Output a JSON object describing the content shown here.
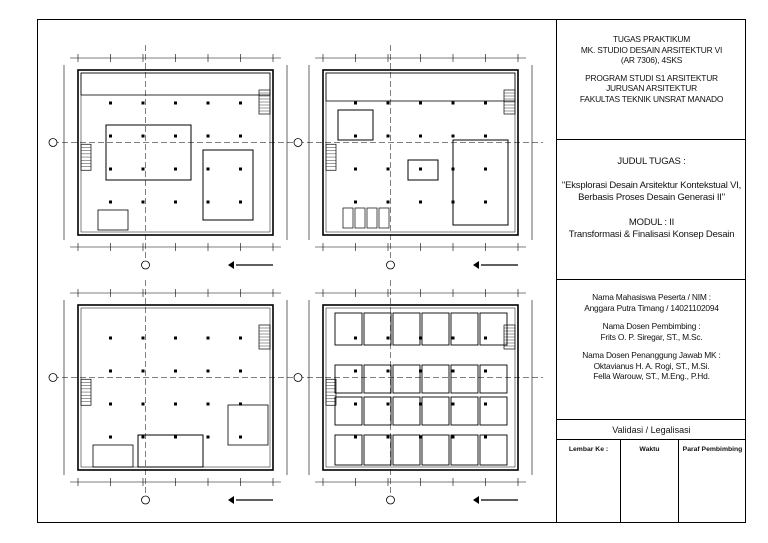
{
  "title_block": {
    "course": [
      "TUGAS PRAKTIKUM",
      "MK. STUDIO DESAIN ARSITEKTUR VI",
      "(AR 7306), 4SKS"
    ],
    "institution": [
      "PROGRAM STUDI S1 ARSITEKTUR",
      "JURUSAN ARSITEKTUR",
      "FAKULTAS TEKNIK UNSRAT MANADO"
    ],
    "assignment_heading": "JUDUL TUGAS :",
    "assignment_title": [
      "\"Eksplorasi Desain Arsitektur Kontekstual VI,",
      "Berbasis Proses Desain Generasi II\""
    ],
    "module_label": "MODUL : II",
    "module_title": "Transformasi & Finalisasi Konsep Desain",
    "student_label": "Nama Mahasiswa Peserta / NIM :",
    "student_value": "Anggara Putra Timang / 14021102094",
    "advisor_label": "Nama Dosen Pembimbing :",
    "advisor_value": "Frits O. P. Siregar, ST., M.Sc.",
    "lecturer_label": "Nama Dosen Penanggung Jawab MK :",
    "lecturer_values": [
      "Oktavianus H. A. Rogi, ST., M.Si.",
      "Fella Warouw, ST., M.Eng., P.Hd."
    ],
    "validation_heading": "Validasi / Legalisasi",
    "validation_columns": [
      "Lembar Ke :",
      "Waktu",
      "Paraf Pembimbing"
    ]
  }
}
